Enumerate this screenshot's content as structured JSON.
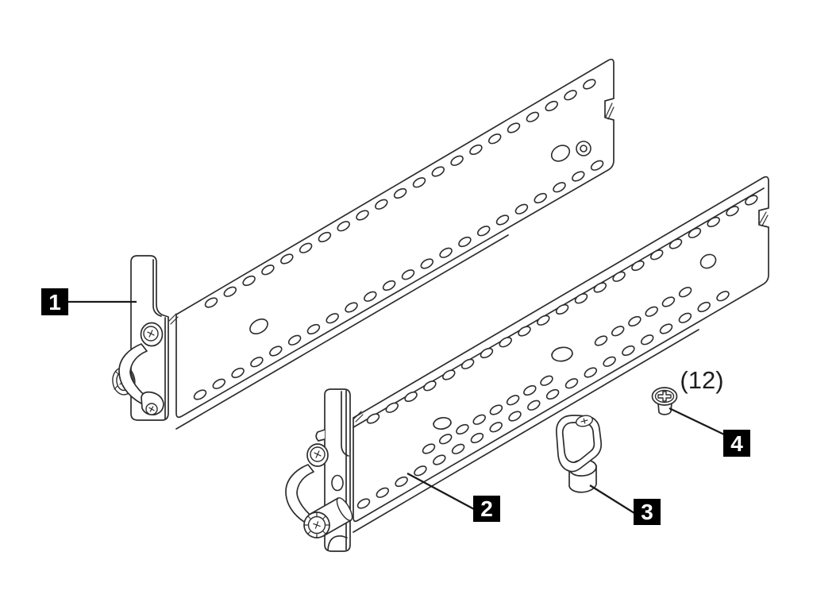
{
  "figure": {
    "background_color": "#ffffff",
    "line_color": "#2d2d2d",
    "callout_box_color": "#000000",
    "callout_text_color": "#ffffff",
    "callouts": [
      {
        "label": "1"
      },
      {
        "label": "2"
      },
      {
        "label": "3"
      },
      {
        "label": "4"
      }
    ],
    "screw_quantity_label": "(12)"
  }
}
